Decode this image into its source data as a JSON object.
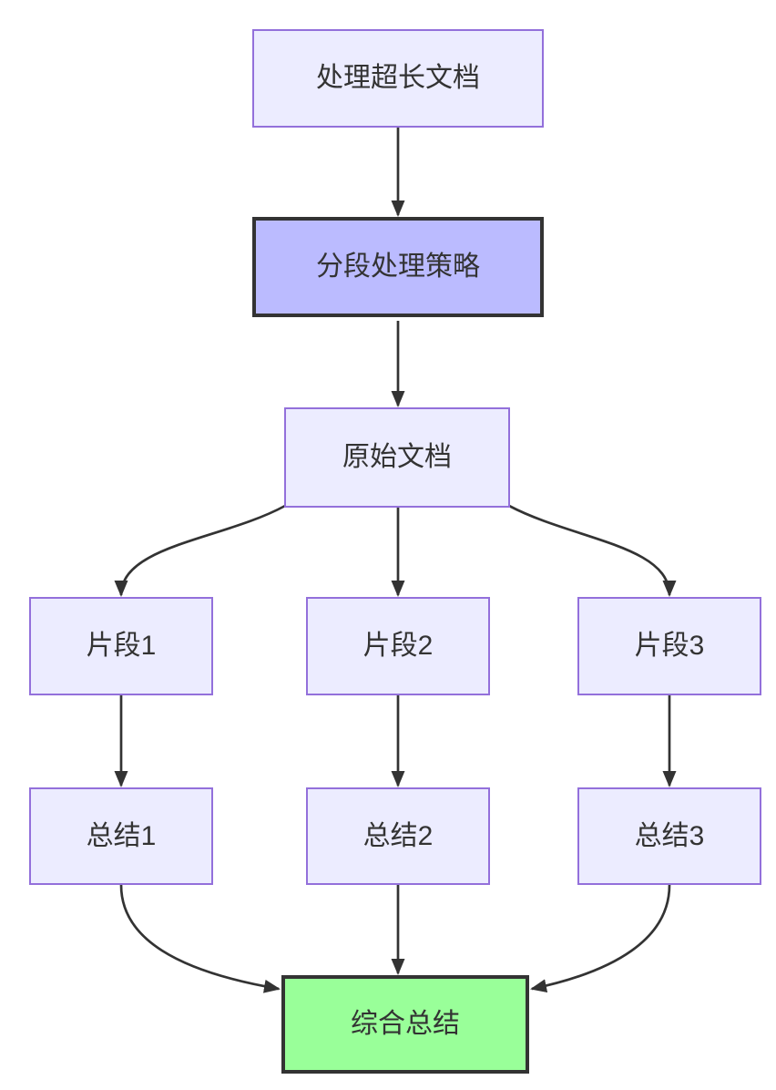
{
  "diagram": {
    "type": "flowchart",
    "direction": "top-down",
    "colors": {
      "background": "#ffffff",
      "node_fill": "#ECECFF",
      "node_border": "#9370DB",
      "emphasis_fill": "#BBBBFF",
      "emphasis_border": "#333333",
      "result_fill": "#99FF99",
      "result_border": "#333333",
      "edge": "#333333",
      "text": "#333333"
    },
    "nodes": [
      {
        "id": "A",
        "label": "处理超长文档",
        "style": "default"
      },
      {
        "id": "B",
        "label": "分段处理策略",
        "style": "emphasis"
      },
      {
        "id": "C",
        "label": "原始文档",
        "style": "default"
      },
      {
        "id": "D1",
        "label": "片段1",
        "style": "default"
      },
      {
        "id": "D2",
        "label": "片段2",
        "style": "default"
      },
      {
        "id": "D3",
        "label": "片段3",
        "style": "default"
      },
      {
        "id": "S1",
        "label": "总结1",
        "style": "default"
      },
      {
        "id": "S2",
        "label": "总结2",
        "style": "default"
      },
      {
        "id": "S3",
        "label": "总结3",
        "style": "default"
      },
      {
        "id": "F",
        "label": "综合总结",
        "style": "result"
      }
    ],
    "edges": [
      {
        "from": "A",
        "to": "B"
      },
      {
        "from": "B",
        "to": "C"
      },
      {
        "from": "C",
        "to": "D1"
      },
      {
        "from": "C",
        "to": "D2"
      },
      {
        "from": "C",
        "to": "D3"
      },
      {
        "from": "D1",
        "to": "S1"
      },
      {
        "from": "D2",
        "to": "S2"
      },
      {
        "from": "D3",
        "to": "S3"
      },
      {
        "from": "S1",
        "to": "F"
      },
      {
        "from": "S2",
        "to": "F"
      },
      {
        "from": "S3",
        "to": "F"
      }
    ]
  }
}
